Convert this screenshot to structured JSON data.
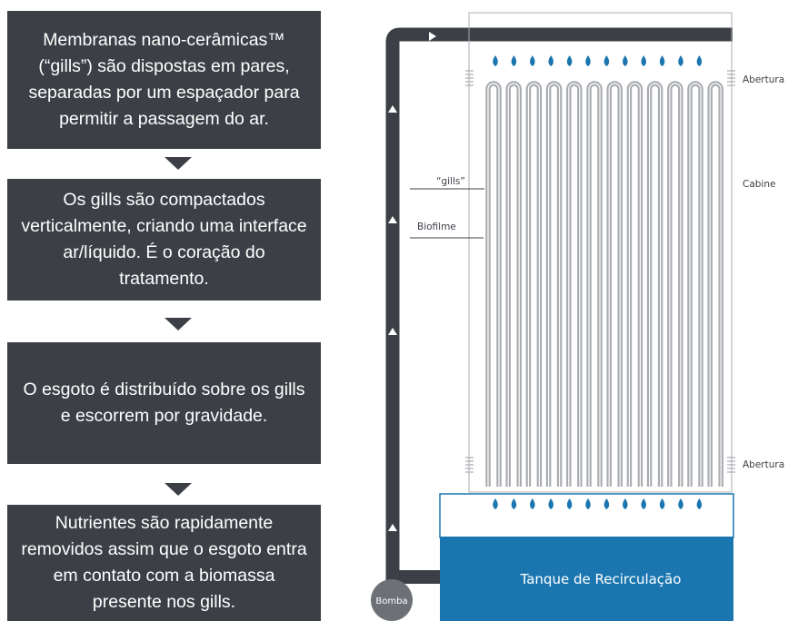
{
  "steps": [
    {
      "text": "Membranas nano-cerâmicas™ (“gills”) são dispostas em pares, separadas por um espaçador para permitir a passagem do ar."
    },
    {
      "text": "Os gills são compactados verticalmente, criando uma interface ar/líquido. É o coração do tratamento."
    },
    {
      "text": "O esgoto é distribuído sobre os gills e escorrem por gravidade."
    },
    {
      "text": "Nutrientes são rapidamente removidos assim que o esgoto entra em contato com a biomassa presente nos gills."
    }
  ],
  "diagram": {
    "labels": {
      "opening_top": "Abertura",
      "opening_bottom": "Abertura",
      "cabin": "Cabine",
      "gills": "“gills”",
      "biofilm": "Biofilme",
      "pump": "Bomba",
      "tank": "Tanque de Recirculação"
    },
    "colors": {
      "dark": "#3c4046",
      "water": "#1b76b0",
      "gill": "#a9acb1"
    },
    "gill_count": 12,
    "drops_per_row": 12
  }
}
